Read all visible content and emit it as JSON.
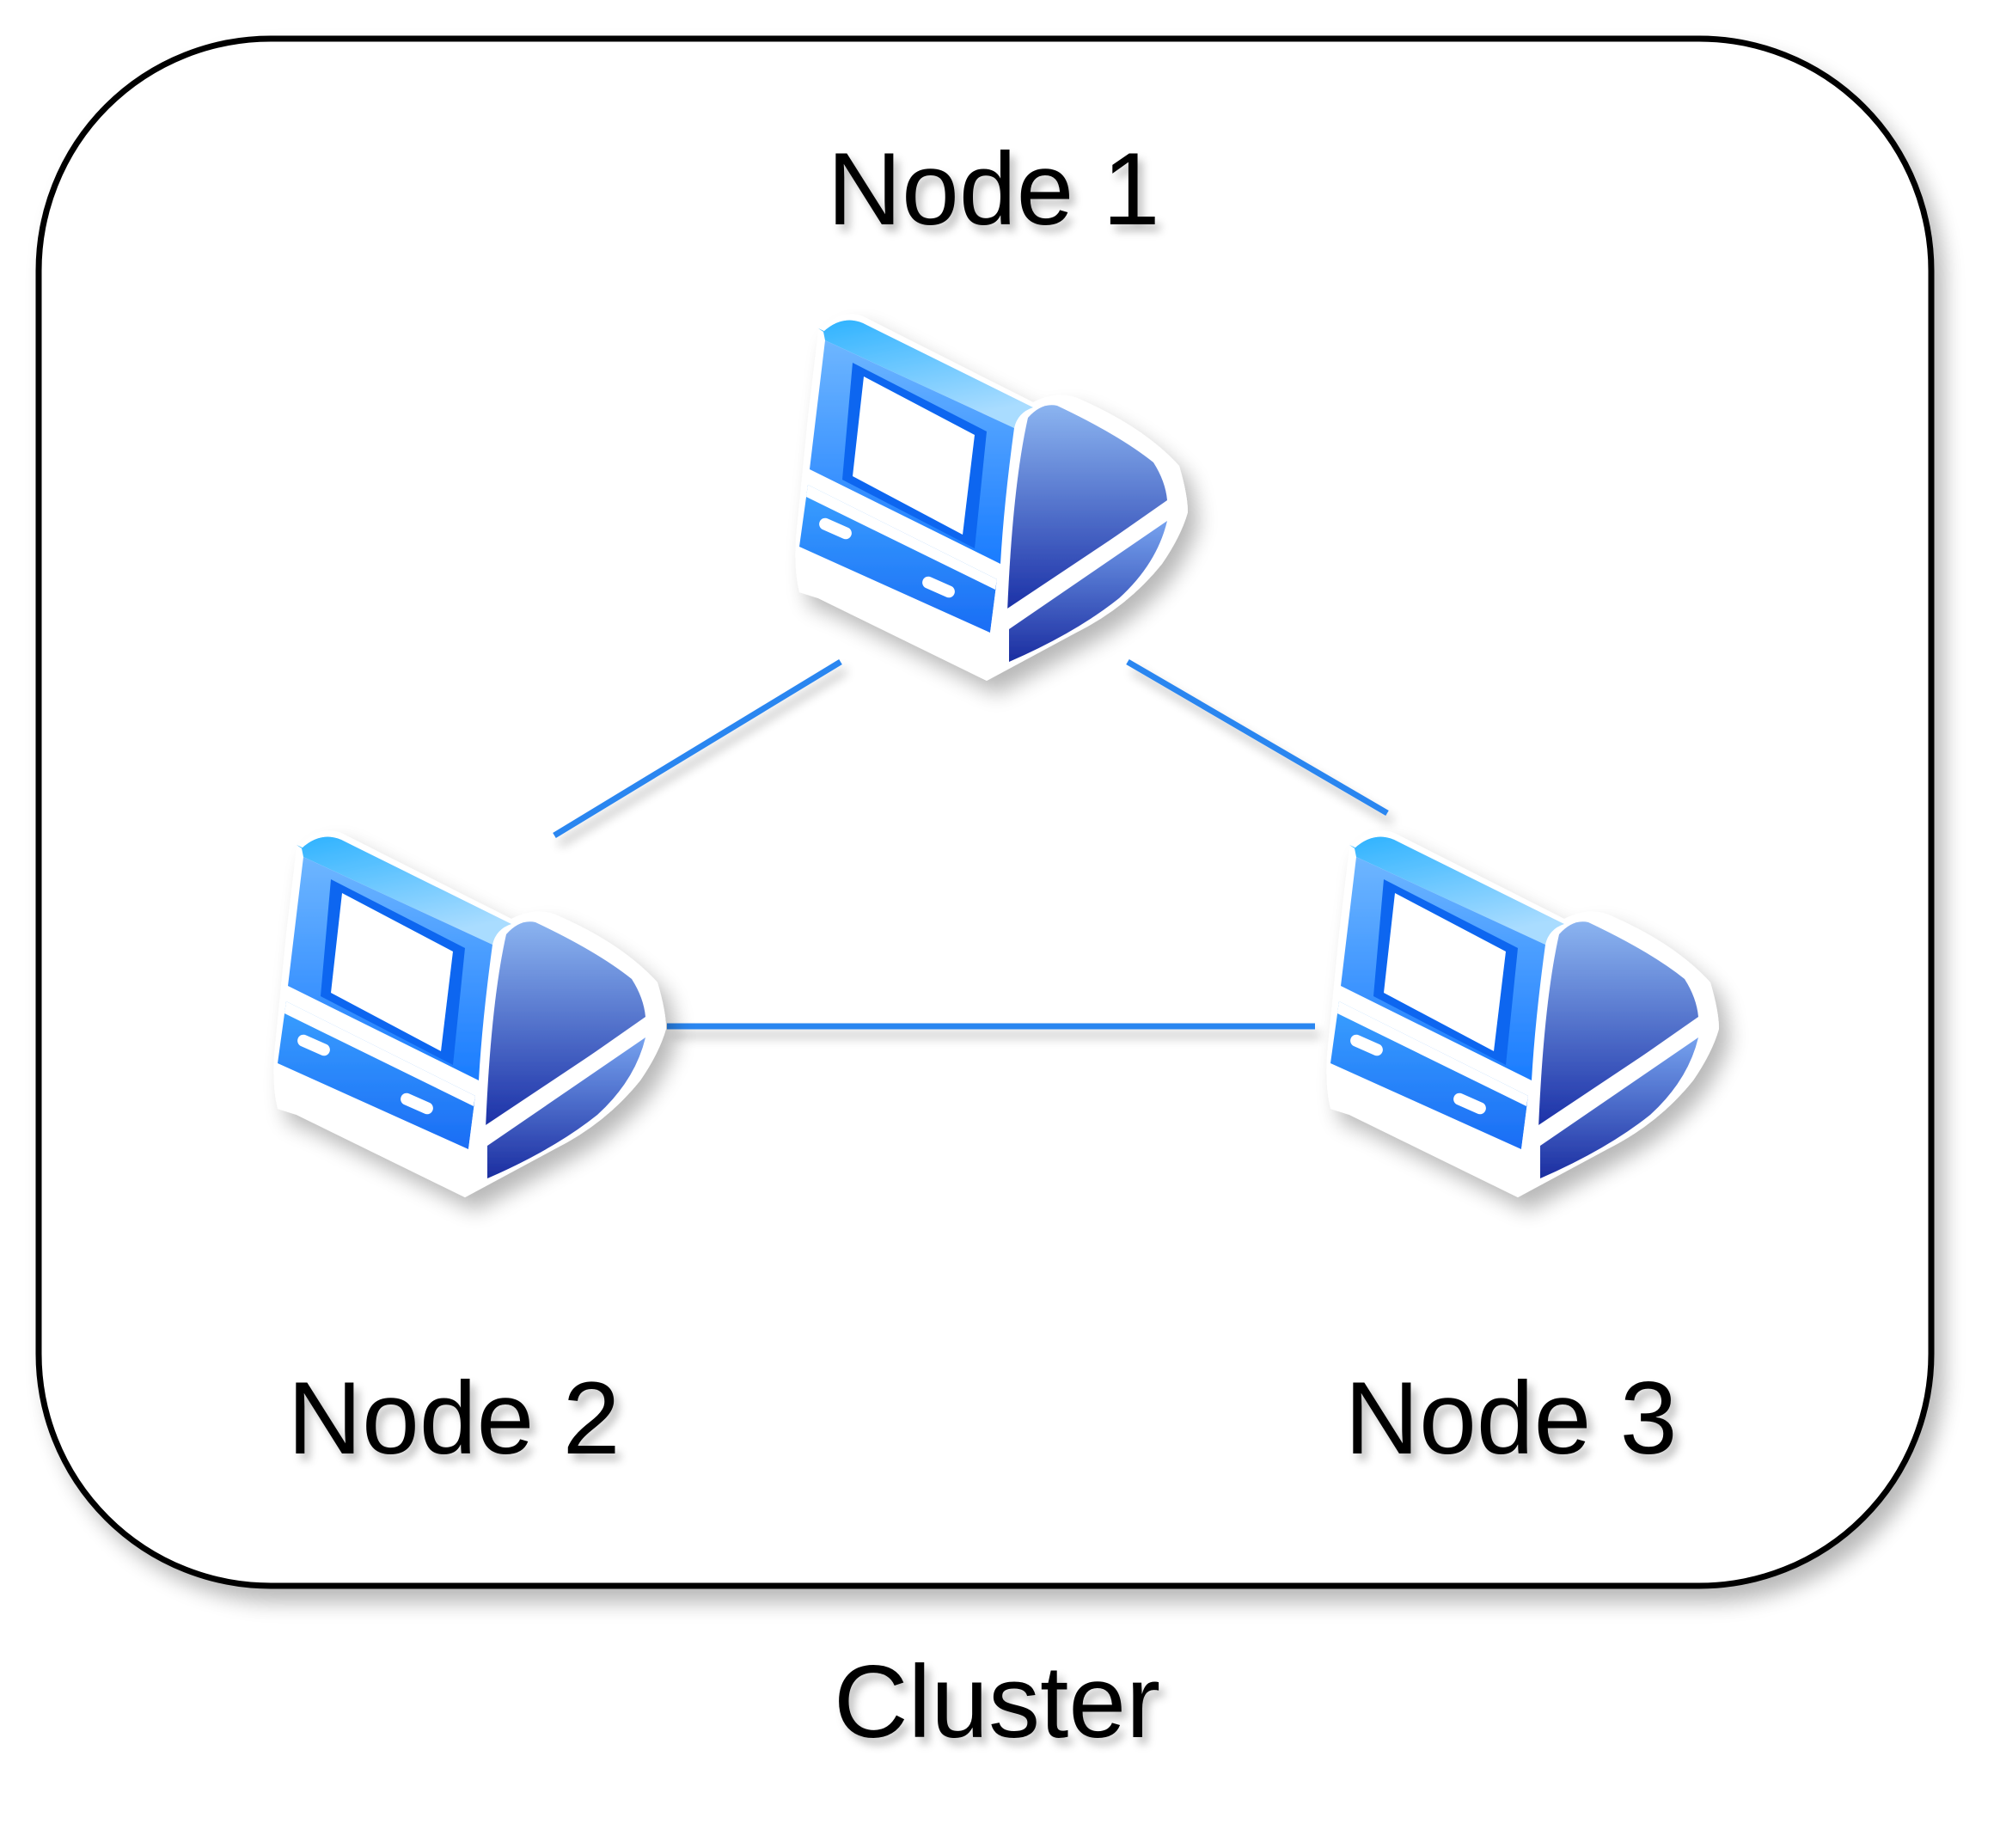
{
  "cluster": {
    "label": "Cluster"
  },
  "nodes": [
    {
      "id": "node-1",
      "label": "Node 1",
      "icon": "computer-icon"
    },
    {
      "id": "node-2",
      "label": "Node 2",
      "icon": "computer-icon"
    },
    {
      "id": "node-3",
      "label": "Node 3",
      "icon": "computer-icon"
    }
  ],
  "connections": [
    {
      "from": "Node 1",
      "to": "Node 2"
    },
    {
      "from": "Node 1",
      "to": "Node 3"
    },
    {
      "from": "Node 2",
      "to": "Node 3"
    }
  ],
  "colors": {
    "link": "#2b86f0",
    "frame": "#000000",
    "computer_light": "#34b4ff",
    "computer_mid": "#1f7cf7",
    "computer_dark": "#1a2fa6",
    "screen": "#ffffff"
  }
}
